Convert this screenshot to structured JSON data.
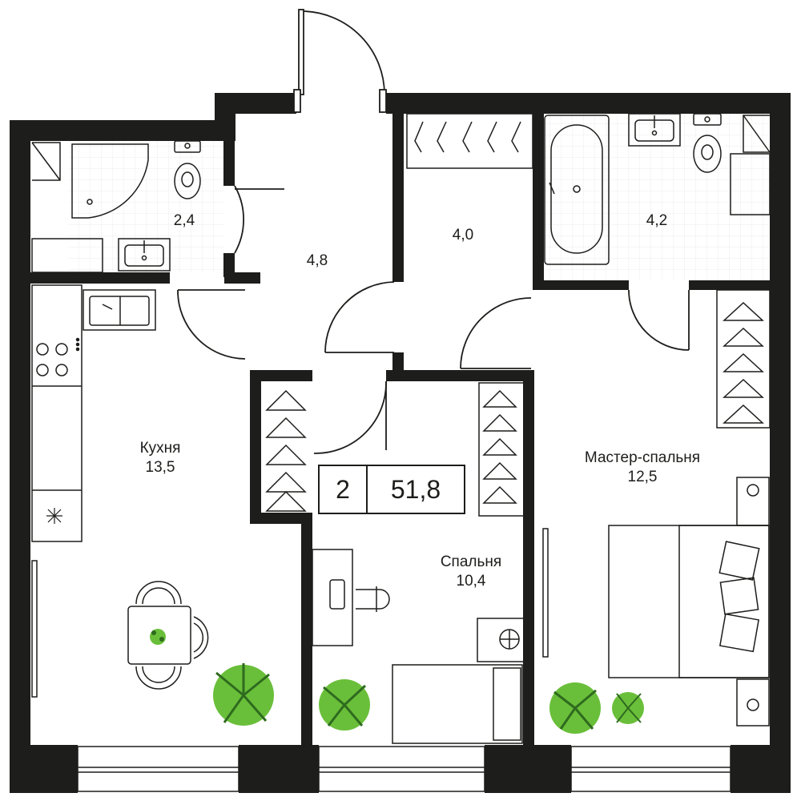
{
  "plan": {
    "rooms": [
      {
        "id": "bathroom-small",
        "name": "",
        "area": "2,4"
      },
      {
        "id": "hallway",
        "name": "",
        "area": "4,8"
      },
      {
        "id": "wardrobe",
        "name": "",
        "area": "4,0"
      },
      {
        "id": "bathroom-master",
        "name": "",
        "area": "4,2"
      },
      {
        "id": "kitchen",
        "name": "Кухня",
        "area": "13,5"
      },
      {
        "id": "bedroom",
        "name": "Спальня",
        "area": "10,4"
      },
      {
        "id": "master-bedroom",
        "name": "Мастер-спальня",
        "area": "12,5"
      }
    ],
    "badge": {
      "room_count": "2",
      "total_area": "51,8"
    },
    "colors": {
      "wall": "#1d1d1b",
      "plant": "#6abf3a",
      "plant_dark": "#2e6b1e",
      "tile_grid": "#ececec"
    }
  }
}
